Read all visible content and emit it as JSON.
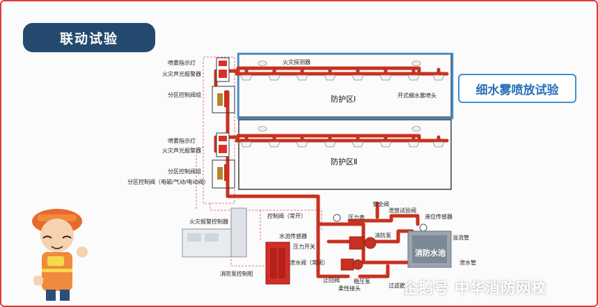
{
  "title": "联动试验",
  "spray_test": "细水雾喷放试验",
  "zone1": {
    "name": "防护区Ⅰ",
    "spray_light": "喷雾指示灯",
    "alarm": "火灾声光报警器",
    "valve_group": "分区控制阀组",
    "detector": "火灾探测器",
    "nozzle": "开式细水雾喷头"
  },
  "zone2": {
    "name": "防护区Ⅱ",
    "spray_light": "喷雾指示灯",
    "alarm": "火灾声光报警器",
    "valve_group": "分区控制阀组",
    "valve_type": "分区控制阀（电磁/气动/电动阀）"
  },
  "equipment": {
    "fire_alarm_controller": "火灾报警控制器",
    "control_valve": "控制阀（常开）",
    "pressure_gauge": "压力表",
    "flow_sensor": "水流传感器",
    "pressure_switch": "压力开关",
    "drain_valve": "泄水阀（常闭）",
    "check_valve": "止回阀",
    "pump_control_cabinet": "消防泵控制柜",
    "pressure_pump": "稳压泵",
    "flex_joint": "柔性接头",
    "fire_pump": "消防泵",
    "safety_valve": "安全阀",
    "test_valve": "泄放试验阀",
    "level_sensor": "液位传感器",
    "overflow_pipe": "溢流管",
    "drain_pipe": "泄水管",
    "filter": "过滤器",
    "water_pool": "消防水池"
  },
  "watermark": "企鹅号 中华消防网校",
  "colors": {
    "pipe": "#c8311f",
    "title_bg": "#234a6e",
    "highlight_border": "#3a8fd2"
  }
}
